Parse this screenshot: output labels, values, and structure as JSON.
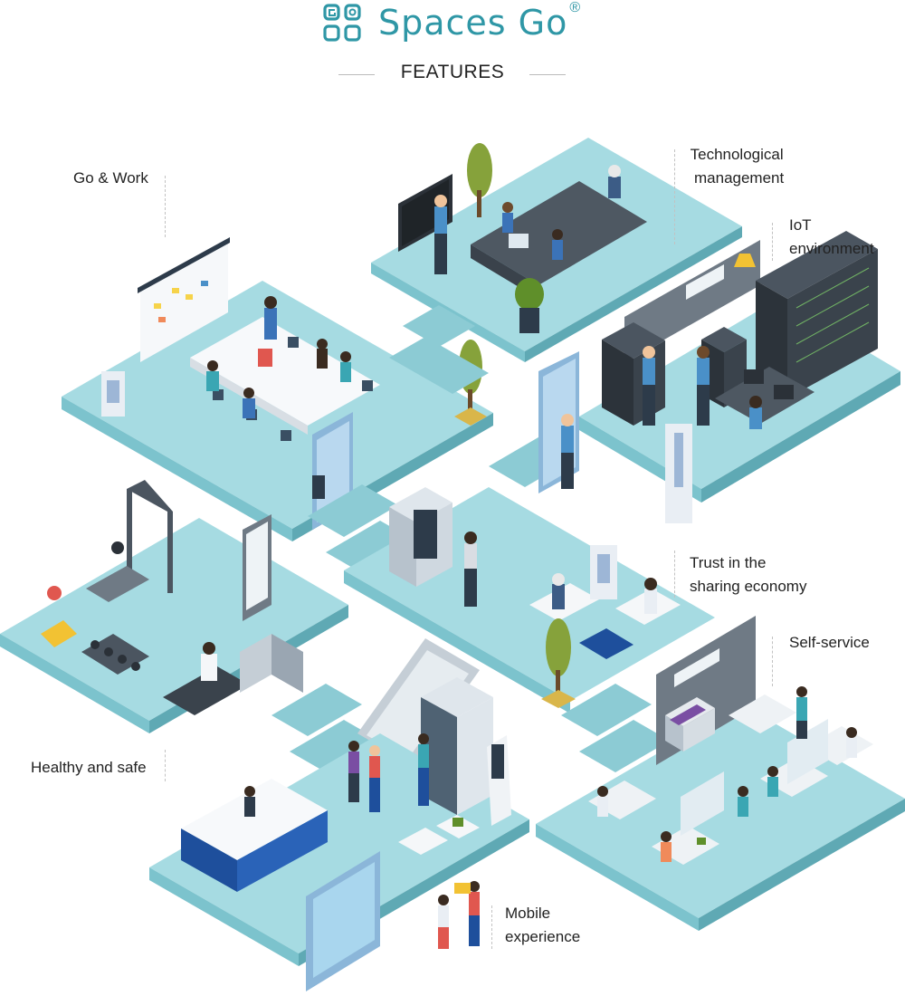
{
  "header": {
    "logo_icon": "go-grid-logo-icon",
    "brand_name": "Spaces Go",
    "registered_mark": "®",
    "section_title": "FEATURES"
  },
  "labels": {
    "go_work": "Go & Work",
    "tech_line1": "Technological",
    "tech_line2": "management",
    "iot_line1": "IoT",
    "iot_line2": "environment",
    "trust_line1": "Trust in the",
    "trust_line2": "sharing economy",
    "self_service": "Self-service",
    "healthy": "Healthy and safe",
    "mobile_line1": "Mobile",
    "mobile_line2": "experience"
  },
  "colors": {
    "brand": "#2f97a6",
    "floor_top": "#a6dbe2",
    "floor_side": "#7cc3cd",
    "floor_dark": "#5fa9b4",
    "equipment_dark": "#3f4a55",
    "person_blue": "#4a90c8"
  }
}
